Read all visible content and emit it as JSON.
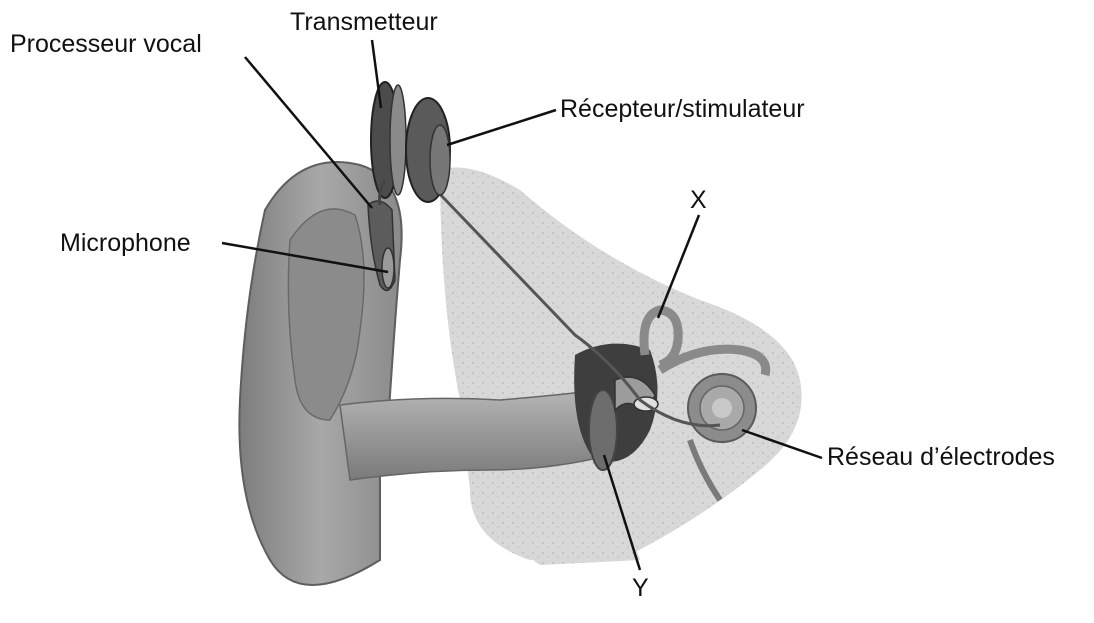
{
  "labels": {
    "processeur": "Processeur vocal",
    "transmetteur": "Transmetteur",
    "recepteur": "Récepteur/stimulateur",
    "microphone": "Microphone",
    "x": "X",
    "reseau": "Réseau d’électrodes",
    "y": "Y"
  },
  "colors": {
    "skin": "#9a9a9a",
    "skin_dark": "#6e6e6e",
    "bone": "#d4d4d4",
    "device": "#4a4a4a",
    "leader_line": "#111111"
  }
}
